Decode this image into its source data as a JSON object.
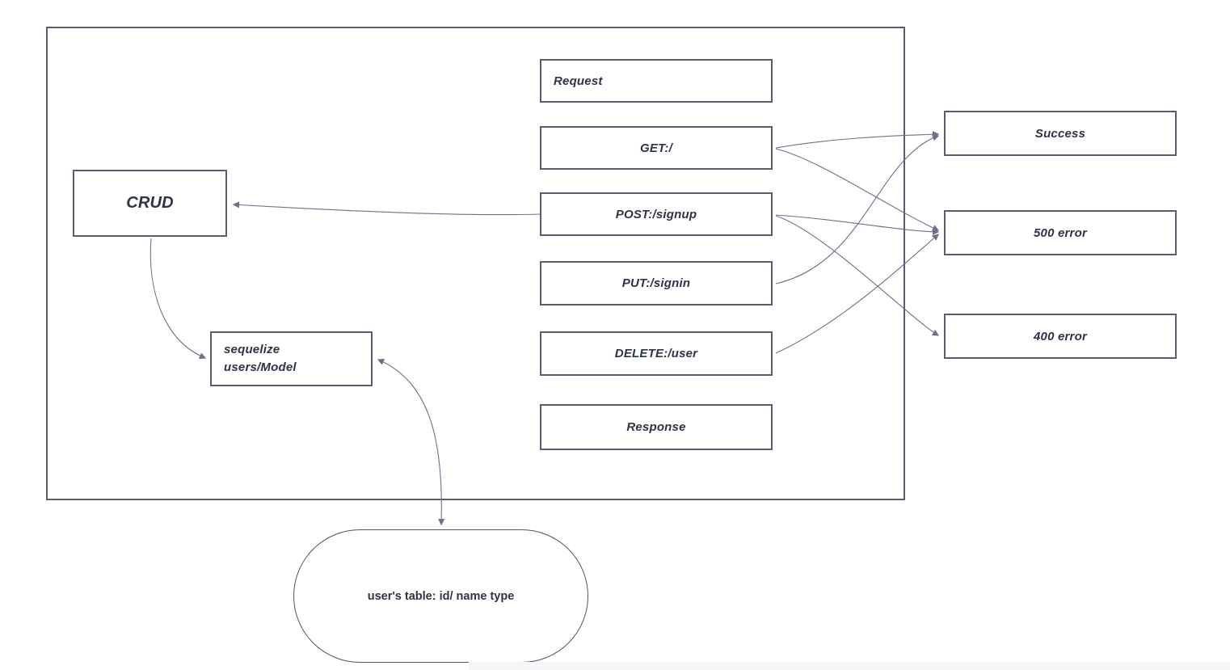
{
  "diagram": {
    "colors": {
      "box_border": "#565d6f",
      "connector": "#6b7186",
      "text": "#2e3447",
      "background": "#ffffff"
    },
    "nodes": {
      "crud": {
        "label": "CRUD"
      },
      "request": {
        "label": "Request"
      },
      "get_root": {
        "label": "GET:/"
      },
      "post_signup": {
        "label": "POST:/signup"
      },
      "put_signin": {
        "label": "PUT:/signin"
      },
      "delete_user": {
        "label": "DELETE:/user"
      },
      "response": {
        "label": "Response"
      },
      "success": {
        "label": "Success"
      },
      "error_500": {
        "label": "500 error"
      },
      "error_400": {
        "label": "400 error"
      },
      "sequelize": {
        "label_line1": "sequelize",
        "label_line2": "users/Model"
      },
      "users_table": {
        "label": "user's table: id/ name type"
      }
    },
    "edges": [
      {
        "from": "POST:/signup",
        "to": "CRUD",
        "bidirectional": false
      },
      {
        "from": "CRUD",
        "to": "sequelize users/Model",
        "bidirectional": false
      },
      {
        "from": "user's table: id/ name type",
        "to": "sequelize users/Model",
        "bidirectional": true
      },
      {
        "from": "GET:/",
        "to": "Success",
        "bidirectional": false
      },
      {
        "from": "GET:/",
        "to": "500 error",
        "bidirectional": false
      },
      {
        "from": "POST:/signup",
        "to": "500 error",
        "bidirectional": false
      },
      {
        "from": "POST:/signup",
        "to": "400 error",
        "bidirectional": false
      },
      {
        "from": "PUT:/signin",
        "to": "Success",
        "bidirectional": false
      },
      {
        "from": "DELETE:/user",
        "to": "500 error",
        "bidirectional": false
      }
    ]
  }
}
